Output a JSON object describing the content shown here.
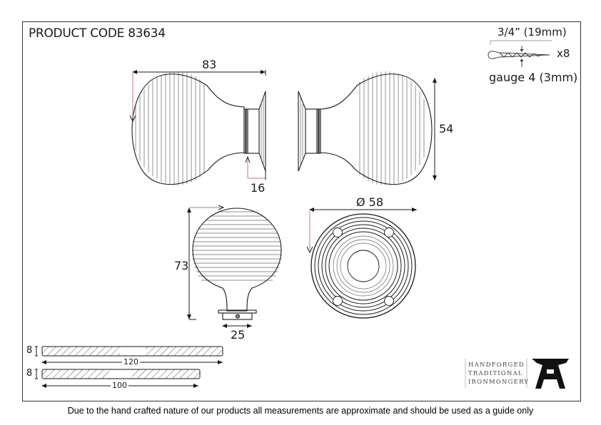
{
  "header": {
    "product_code": "PRODUCT CODE 83634"
  },
  "screw_spec": {
    "length": "3/4” (19mm)",
    "quantity": "x8",
    "gauge": "gauge 4 (3mm)",
    "icon": "screw-icon"
  },
  "dimensions": {
    "side_view_length": "83",
    "rose_depth": "16",
    "knob_height_side": "54",
    "top_view_height": "73",
    "spindle_width": "25",
    "rose_diameter": "Ø 58",
    "spindle_1_thickness": "8",
    "spindle_1_length": "120",
    "spindle_2_thickness": "8",
    "spindle_2_length": "100"
  },
  "logo": {
    "line1": "HANDFORGED",
    "line2": "TRADITIONAL",
    "line3": "IRONMONGERY",
    "icon": "anvil-icon"
  },
  "footer": {
    "disclaimer": "Due to the hand crafted nature of our products all measurements are approximate and should be used as a guide only"
  },
  "colors": {
    "line": "#1a1a1a",
    "accent_red": "#c9767a",
    "hatch": "#555555"
  }
}
